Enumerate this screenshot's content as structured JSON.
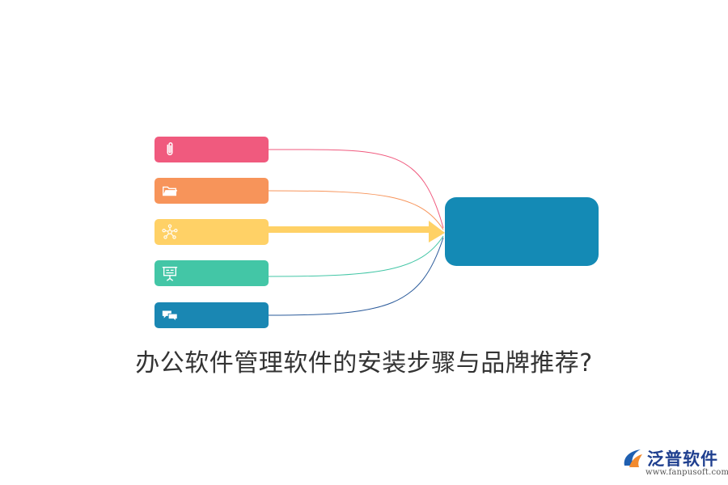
{
  "title": "办公软件管理软件的安装步骤与品牌推荐?",
  "items": [
    {
      "icon": "paperclip-icon",
      "color": "#f05a7e"
    },
    {
      "icon": "folder-icon",
      "color": "#f7945a"
    },
    {
      "icon": "network-icon",
      "color": "#ffd166"
    },
    {
      "icon": "presentation-icon",
      "color": "#43c6a6"
    },
    {
      "icon": "chat-icon",
      "color": "#1a87b3"
    }
  ],
  "hub": {
    "color": "#148ab5"
  },
  "logo": {
    "name": "泛普软件",
    "url": "www.fanpusoft.com",
    "text_color": "#1f3f8f"
  }
}
